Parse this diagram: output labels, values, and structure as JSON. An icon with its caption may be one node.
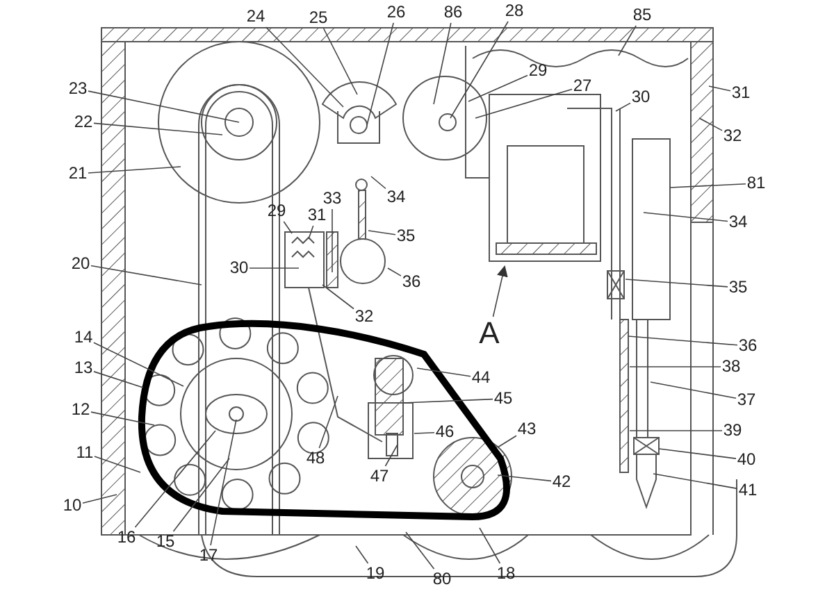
{
  "diagram": {
    "nodes": [
      {
        "text": [
          "24"
        ]
      },
      {
        "text": [
          "25"
        ]
      },
      {
        "text": [
          "26"
        ]
      },
      {
        "text": [
          "86"
        ]
      },
      {
        "text": [
          "28"
        ]
      },
      {
        "text": [
          "85"
        ]
      },
      {
        "text": [
          "29"
        ]
      },
      {
        "text": [
          "27"
        ]
      },
      {
        "text": [
          "31"
        ]
      },
      {
        "text": [
          "23"
        ]
      },
      {
        "text": [
          "22"
        ]
      },
      {
        "text": [
          "30"
        ]
      },
      {
        "text": [
          "32"
        ]
      },
      {
        "text": [
          "21"
        ]
      },
      {
        "text": [
          "81"
        ]
      },
      {
        "text": [
          "33"
        ]
      },
      {
        "text": [
          "34"
        ]
      },
      {
        "text": [
          "29"
        ]
      },
      {
        "text": [
          "31"
        ]
      },
      {
        "text": [
          "35"
        ]
      },
      {
        "text": [
          "34"
        ]
      },
      {
        "text": [
          "36"
        ]
      },
      {
        "text": [
          "20"
        ]
      },
      {
        "text": [
          "30"
        ]
      },
      {
        "text": [
          "32"
        ]
      },
      {
        "text": [
          "35"
        ]
      },
      {
        "text": [
          "A"
        ]
      },
      {
        "text": [
          "14"
        ]
      },
      {
        "text": [
          "36"
        ]
      },
      {
        "text": [
          "44"
        ]
      },
      {
        "text": [
          "38"
        ]
      },
      {
        "text": [
          "13"
        ]
      },
      {
        "text": [
          "37"
        ]
      },
      {
        "text": [
          "45"
        ]
      },
      {
        "text": [
          "12"
        ]
      },
      {
        "text": [
          "43"
        ]
      },
      {
        "text": [
          "39"
        ]
      },
      {
        "text": [
          "46"
        ]
      },
      {
        "text": [
          "48"
        ]
      },
      {
        "text": [
          "40"
        ]
      },
      {
        "text": [
          "11"
        ]
      },
      {
        "text": [
          "42"
        ]
      },
      {
        "text": [
          "41"
        ]
      },
      {
        "text": [
          "47"
        ]
      },
      {
        "text": [
          "10"
        ]
      },
      {
        "text": [
          "16"
        ]
      },
      {
        "text": [
          "15"
        ]
      },
      {
        "text": [
          "17"
        ]
      },
      {
        "text": [
          "19"
        ]
      },
      {
        "text": [
          "80"
        ]
      },
      {
        "text": [
          "18"
        ]
      }
    ],
    "edges": [
      {
        "from": 0,
        "to": null,
        "arrow": "none"
      },
      {
        "from": 1,
        "to": null,
        "arrow": "none"
      },
      {
        "from": 2,
        "to": null,
        "arrow": "none"
      },
      {
        "from": 3,
        "to": null,
        "arrow": "none"
      },
      {
        "from": 4,
        "to": null,
        "arrow": "none"
      },
      {
        "from": 5,
        "to": null,
        "arrow": "none"
      },
      {
        "from": 6,
        "to": null,
        "arrow": "none"
      },
      {
        "from": 7,
        "to": null,
        "arrow": "none"
      },
      {
        "from": 8,
        "to": null,
        "arrow": "none"
      },
      {
        "from": 9,
        "to": null,
        "arrow": "none"
      },
      {
        "from": 10,
        "to": null,
        "arrow": "none"
      },
      {
        "from": 11,
        "to": null,
        "arrow": "none"
      },
      {
        "from": 12,
        "to": null,
        "arrow": "none"
      },
      {
        "from": 13,
        "to": null,
        "arrow": "none"
      },
      {
        "from": 14,
        "to": null,
        "arrow": "none"
      },
      {
        "from": 15,
        "to": null,
        "arrow": "none"
      },
      {
        "from": 16,
        "to": null,
        "arrow": "none"
      },
      {
        "from": 17,
        "to": null,
        "arrow": "none"
      },
      {
        "from": 18,
        "to": null,
        "arrow": "none"
      },
      {
        "from": 19,
        "to": null,
        "arrow": "none"
      },
      {
        "from": 20,
        "to": null,
        "arrow": "none"
      },
      {
        "from": 21,
        "to": null,
        "arrow": "none"
      },
      {
        "from": 22,
        "to": null,
        "arrow": "none"
      },
      {
        "from": 23,
        "to": null,
        "arrow": "none"
      },
      {
        "from": 24,
        "to": null,
        "arrow": "none"
      },
      {
        "from": 25,
        "to": null,
        "arrow": "none"
      },
      {
        "from": 26,
        "to": null,
        "arrow": "to"
      },
      {
        "from": 27,
        "to": null,
        "arrow": "none"
      },
      {
        "from": 28,
        "to": null,
        "arrow": "none"
      },
      {
        "from": 29,
        "to": null,
        "arrow": "none"
      },
      {
        "from": 30,
        "to": null,
        "arrow": "none"
      },
      {
        "from": 31,
        "to": null,
        "arrow": "none"
      },
      {
        "from": 32,
        "to": null,
        "arrow": "none"
      },
      {
        "from": 33,
        "to": null,
        "arrow": "none"
      },
      {
        "from": 34,
        "to": null,
        "arrow": "none"
      },
      {
        "from": 35,
        "to": null,
        "arrow": "none"
      },
      {
        "from": 36,
        "to": null,
        "arrow": "none"
      },
      {
        "from": 37,
        "to": null,
        "arrow": "none"
      },
      {
        "from": 38,
        "to": null,
        "arrow": "none"
      },
      {
        "from": 39,
        "to": null,
        "arrow": "none"
      },
      {
        "from": 40,
        "to": null,
        "arrow": "none"
      },
      {
        "from": 41,
        "to": null,
        "arrow": "none"
      },
      {
        "from": 42,
        "to": null,
        "arrow": "none"
      },
      {
        "from": 43,
        "to": null,
        "arrow": "none"
      },
      {
        "from": 44,
        "to": null,
        "arrow": "none"
      },
      {
        "from": 45,
        "to": null,
        "arrow": "none"
      },
      {
        "from": 46,
        "to": null,
        "arrow": "none"
      },
      {
        "from": 47,
        "to": null,
        "arrow": "none"
      },
      {
        "from": 48,
        "to": null,
        "arrow": "none"
      },
      {
        "from": 49,
        "to": null,
        "arrow": "none"
      },
      {
        "from": 50,
        "to": null,
        "arrow": "none"
      }
    ]
  }
}
